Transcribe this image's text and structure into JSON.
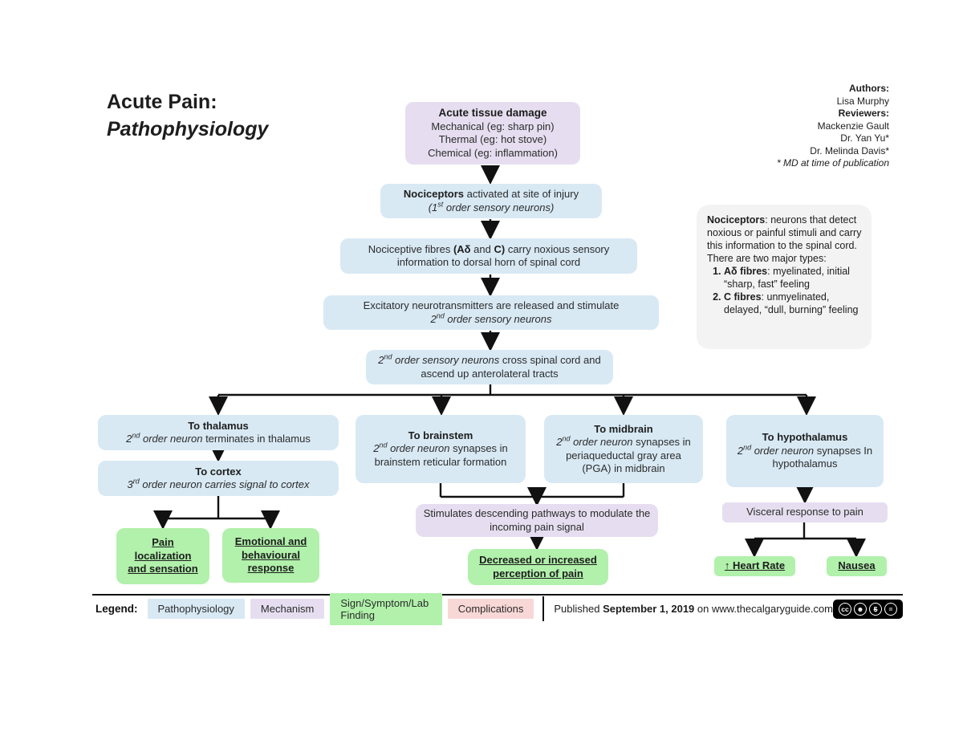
{
  "colors": {
    "pathophysiology_blue": "#d8e9f4",
    "mechanism_lavender": "#e6def0",
    "finding_green": "#b1f1ab",
    "complications_pink": "#f8d8d6",
    "note_gray": "#f3f3f3",
    "line_black": "#111111"
  },
  "title": {
    "line1": "Acute Pain:",
    "line2": "Pathophysiology"
  },
  "credits": {
    "authors_label": "Authors:",
    "author": "Lisa Murphy",
    "reviewers_label": "Reviewers:",
    "reviewers": [
      "Mackenzie Gault",
      "Dr. Yan Yu*",
      "Dr. Melinda Davis*"
    ],
    "footnote": "* MD at time of publication"
  },
  "flow": {
    "tissue_damage": {
      "title": "Acute tissue damage",
      "lines": [
        "Mechanical (eg: sharp pin)",
        "Thermal (eg: hot stove)",
        "Chemical (eg: inflammation)"
      ]
    },
    "nociceptors_activated": {
      "bold": "Nociceptors",
      "rest": " activated at site of injury",
      "paren_pre": "(1",
      "sup": "st",
      "paren_post": " order sensory neurons)"
    },
    "nociceptive_fibres": {
      "p1": "Nociceptive fibres ",
      "b1": "(Aδ",
      "p2": " and ",
      "b2": "C)",
      "p3": " carry noxious sensory information to dorsal horn of spinal cord"
    },
    "excitatory": {
      "line1": "Excitatory neurotransmitters are released and stimulate",
      "num": "2",
      "sup": "nd",
      "italic_rest": " order sensory neurons"
    },
    "cross_spinal": {
      "num": "2",
      "sup": "nd",
      "italic_rest": " order sensory neurons",
      "rest": " cross spinal cord and ascend up anterolateral tracts"
    },
    "thalamus": {
      "title": "To thalamus",
      "num": "2",
      "sup": "nd",
      "italic_rest": " order neuron",
      "rest": " terminates in thalamus"
    },
    "cortex": {
      "title": "To cortex",
      "num": "3",
      "sup": "rd",
      "italic_rest": " order neuron carries signal to cortex"
    },
    "brainstem": {
      "title": "To brainstem",
      "num": "2",
      "sup": "nd",
      "italic_rest": " order neuron",
      "rest": " synapses in brainstem reticular formation"
    },
    "midbrain": {
      "title": "To midbrain",
      "num": "2",
      "sup": "nd",
      "italic_rest": " order neuron",
      "rest": " synapses in periaqueductal gray area (PGA) in midbrain"
    },
    "hypothalamus": {
      "title": "To hypothalamus",
      "num": "2",
      "sup": "nd",
      "italic_rest": " order neuron",
      "rest": " synapses In hypothalamus"
    },
    "pain_localization": {
      "lines": [
        "Pain",
        "localization",
        "and sensation"
      ]
    },
    "emotional_response": {
      "lines": [
        "Emotional and",
        "behavioural",
        "response"
      ]
    },
    "stimulates": {
      "text": "Stimulates descending pathways to modulate the incoming pain signal"
    },
    "perception": {
      "lines": [
        "Decreased or increased",
        "perception of pain"
      ]
    },
    "visceral": {
      "text": "Visceral response to pain"
    },
    "heart_rate": {
      "text": "↑ Heart Rate"
    },
    "nausea": {
      "text": "Nausea"
    }
  },
  "sidenote": {
    "bold": "Nociceptors",
    "intro": ": neurons that detect noxious or painful stimuli and carry this information to the spinal cord. There are two major types:",
    "items": [
      {
        "bold": "Aδ fibres",
        "rest": ": myelinated, initial “sharp, fast” feeling"
      },
      {
        "bold": "C fibres",
        "rest": ": unmyelinated, delayed, “dull, burning” feeling"
      }
    ]
  },
  "legend": {
    "label": "Legend:",
    "items": [
      {
        "label": "Pathophysiology",
        "color": "#d8e9f4"
      },
      {
        "label": "Mechanism",
        "color": "#e6def0"
      },
      {
        "label": "Sign/Symptom/Lab Finding",
        "color": "#b1f1ab"
      },
      {
        "label": "Complications",
        "color": "#f8d8d6"
      }
    ]
  },
  "footer": {
    "published_pre": "Published ",
    "published_date": "September 1, 2019",
    "published_post": " on www.thecalgaryguide.com",
    "license_glyphs": [
      "cc",
      "☻",
      "$",
      "="
    ]
  }
}
